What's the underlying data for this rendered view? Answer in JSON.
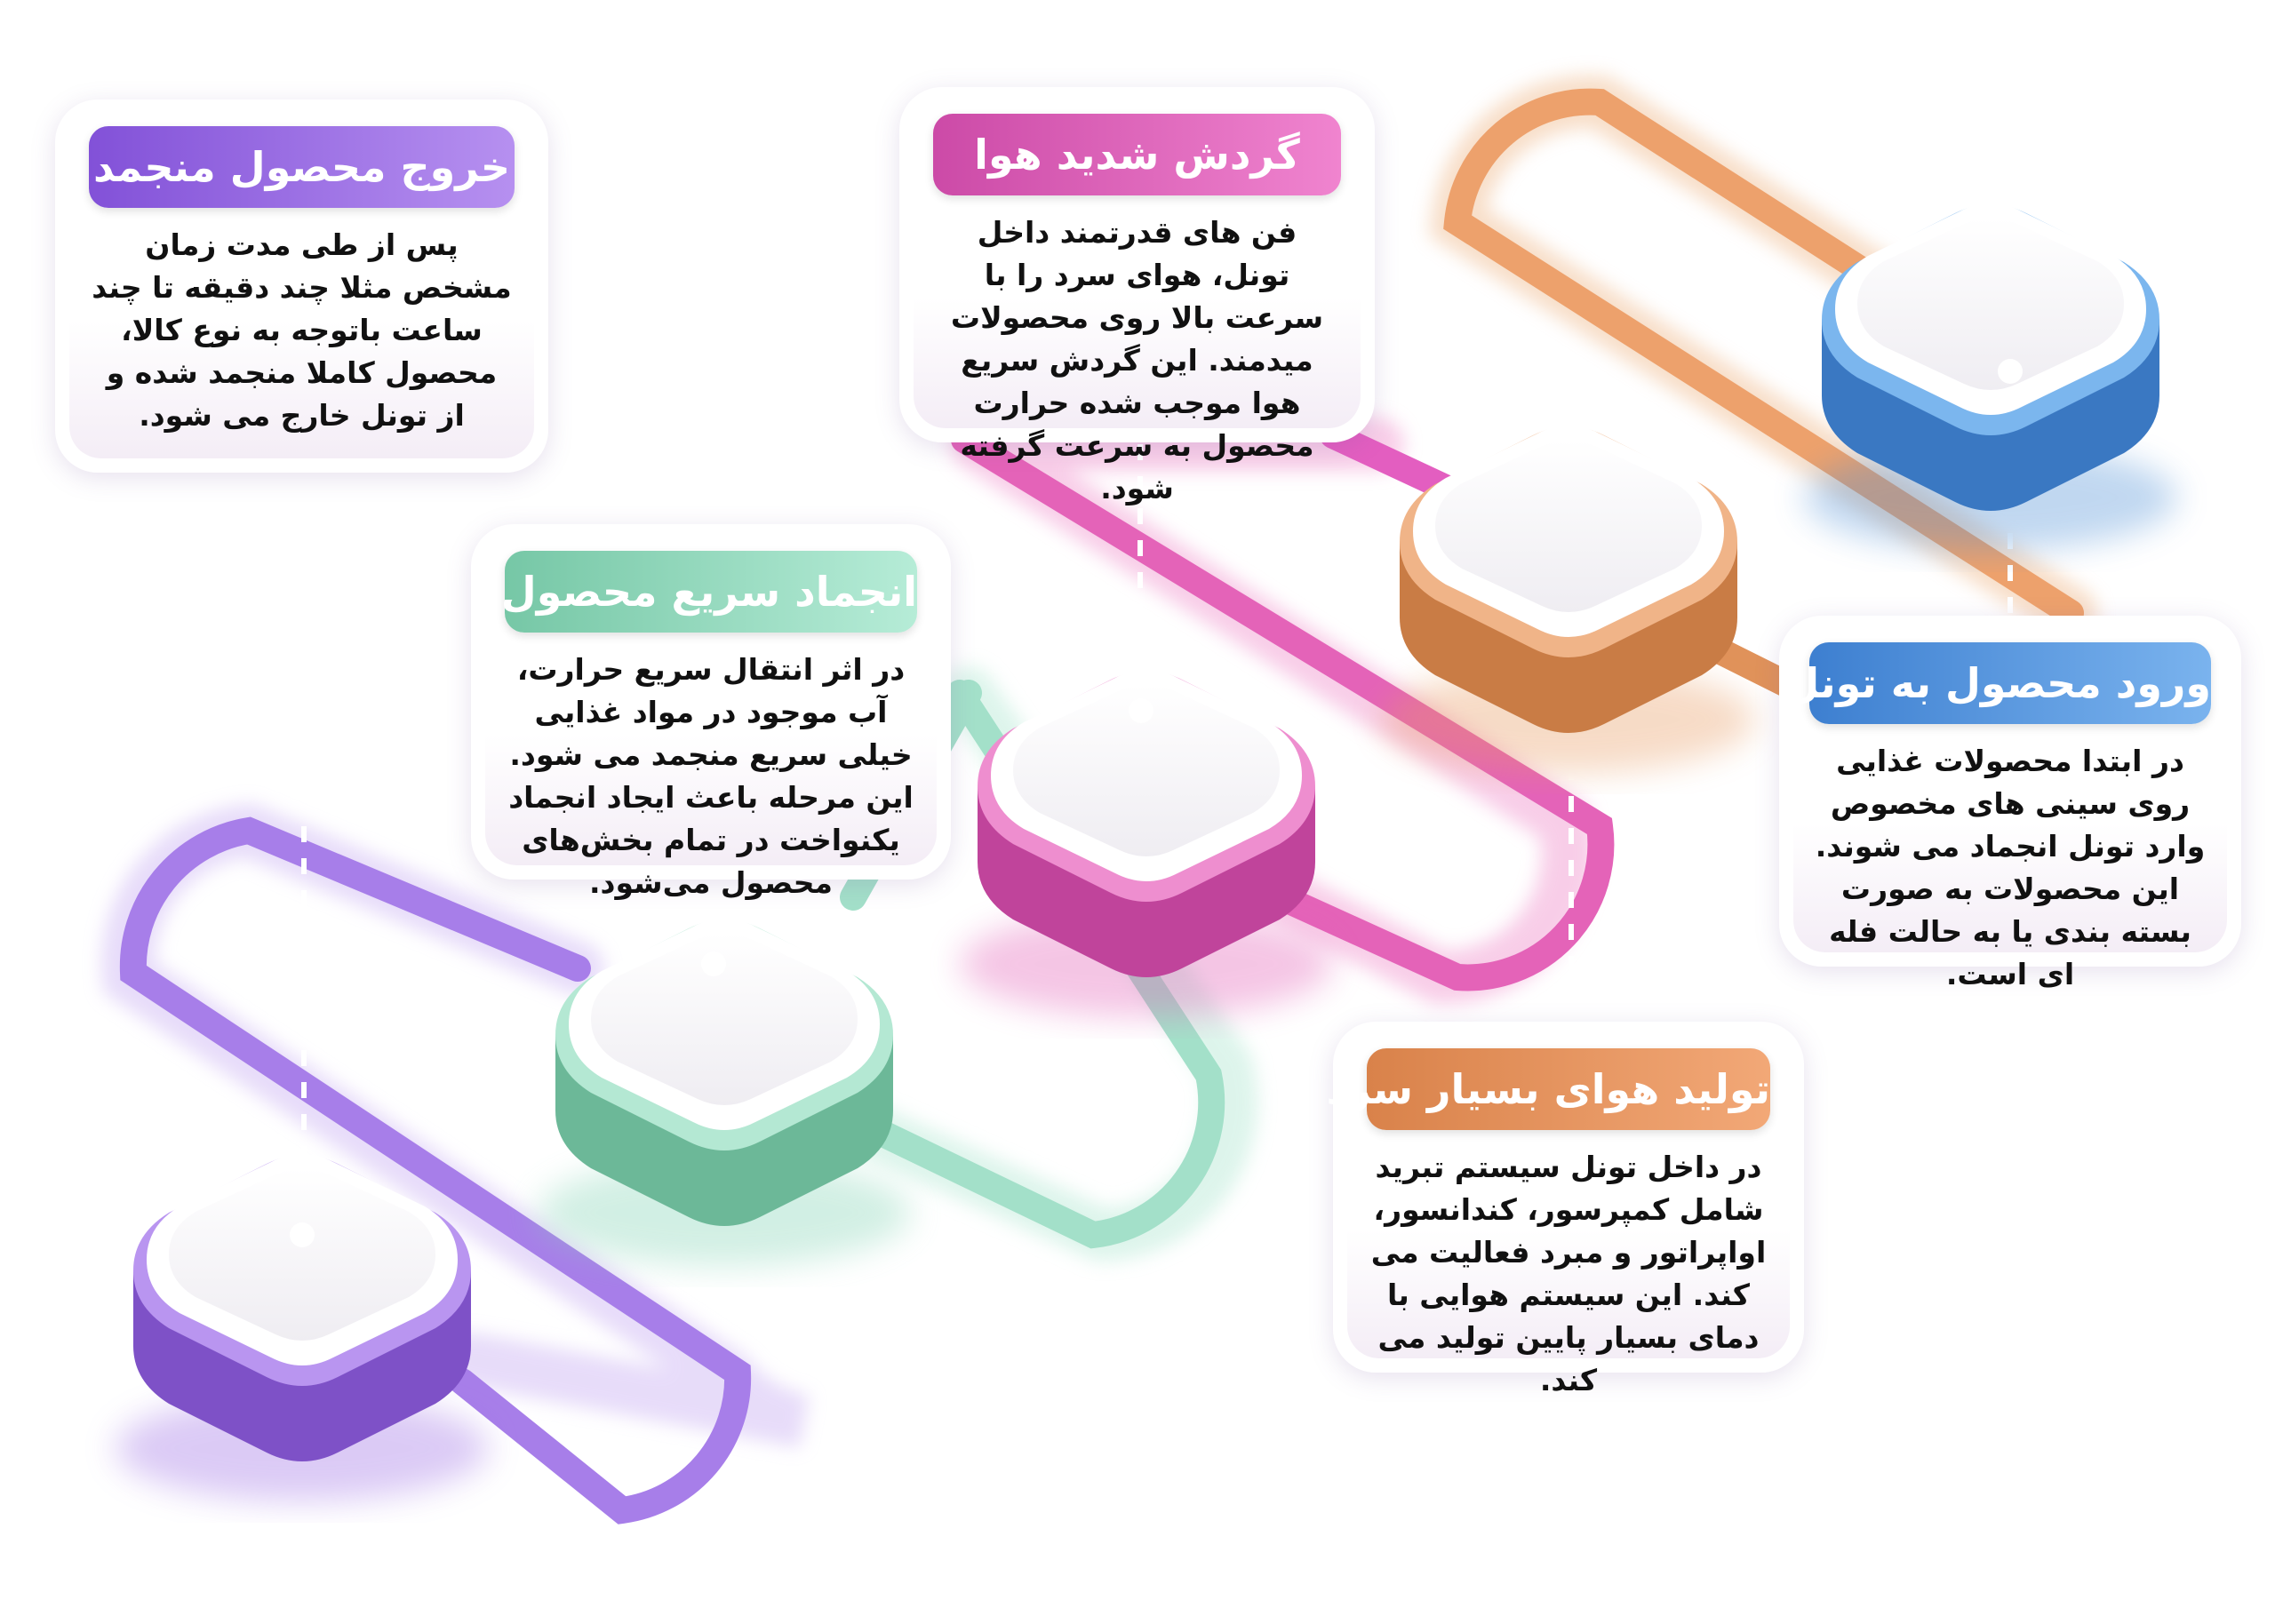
{
  "colors": {
    "blue": "#4d8fd6",
    "orange": "#e89a5e",
    "pink": "#e25bb5",
    "green": "#8fd8bc",
    "purple": "#9a6ae4"
  },
  "steps": [
    {
      "title": "ورود محصول به تونل",
      "body": "در ابتدا محصولات غذایی روی سینی های مخصوص وارد تونل انجماد می شوند. این محصولات به صورت بسته بندی یا به حالت فله ای است.",
      "color": "#4d8fd6"
    },
    {
      "title": "تولید هوای بسیار سرد",
      "body": "در داخل تونل سیستم تبرید شامل کمپرسور، کندانسور، اواپراتور و مبرد فعالیت می کند. این سیستم هوایی با دمای بسیار پایین تولید می کند.",
      "color": "#e8955a"
    },
    {
      "title": "گردش شدید هوا",
      "body": "فن های قدرتمند داخل تونل، هوای سرد را با سرعت بالا روی محصولات میدمند. این گردش سریع هوا موجب شده حرارت محصول به سرعت گرفته شود.",
      "color": "#e05ab8"
    },
    {
      "title": "انجماد سریع محصول",
      "body": "در اثر انتقال سریع حرارت، آب موجود در مواد غذایی خیلی سریع منجمد می شود. این مرحله باعث ایجاد انجماد یکنواخت در تمام بخش‌های محصول می‌شود.",
      "color": "#92dcc0"
    },
    {
      "title": "خروج محصول منجمد",
      "body": "پس از طی مدت زمان مشخص مثلا چند دقیقه تا چند ساعت باتوجه به نوع کالا، محصول کاملا منجمد شده و از تونل خارج می شود.",
      "color": "#9b6ce2"
    }
  ]
}
